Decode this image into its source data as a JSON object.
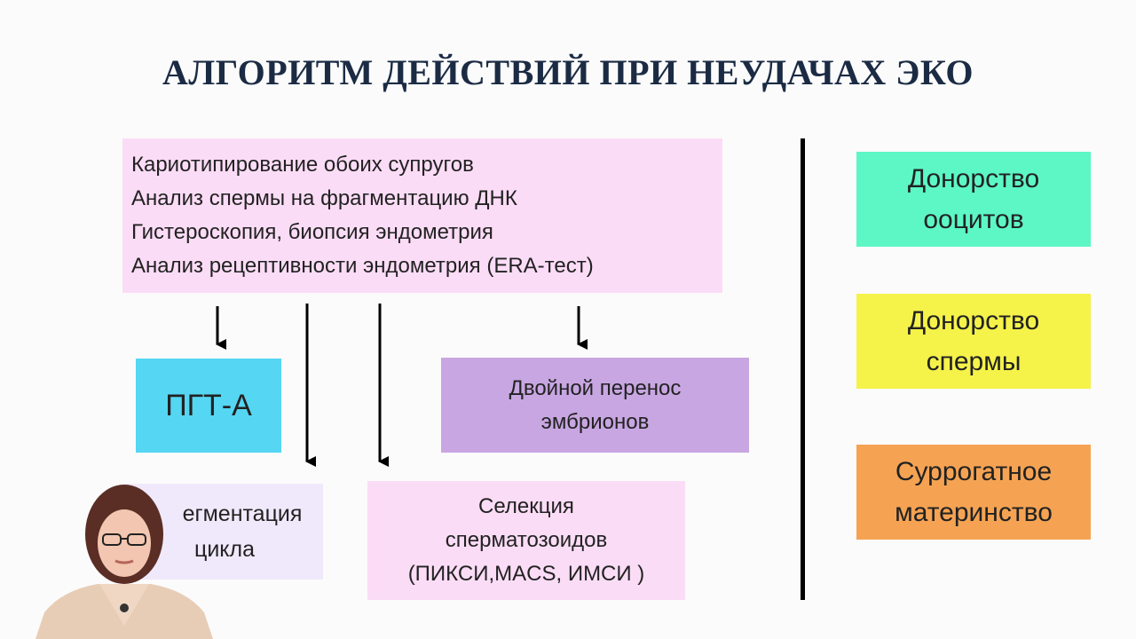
{
  "title": "АЛГОРИТМ ДЕЙСТВИЙ ПРИ НЕУДАЧАХ ЭКО",
  "examinations": [
    "Кариотипирование обоих супругов",
    "Анализ спермы на фрагментацию ДНК",
    "Гистероскопия, биопсия эндометрия",
    "Анализ рецептивности эндометрия (ERA-тест)"
  ],
  "outcomes": {
    "pgt": "ПГТ-А",
    "double_transfer": [
      "Двойной перенос",
      "эмбрионов"
    ],
    "segmentation": [
      "егментация",
      "цикла"
    ],
    "sperm_selection": [
      "Селекция",
      "сперматозоидов",
      "(ПИКСИ,MACS, ИМСИ )"
    ]
  },
  "donation": {
    "oocyte": [
      "Донорство",
      "ооцитов"
    ],
    "sperm": [
      "Донорство",
      "спермы"
    ],
    "surrogacy": [
      "Суррогатное",
      "материнство"
    ]
  },
  "colors": {
    "title": "#1b2b44",
    "exam_box": "#fbdcf6",
    "pgt_box": "#55d6f3",
    "double_box": "#c8a6e2",
    "segm_box": "#f0e9fb",
    "selec_box": "#fbdcf6",
    "oocyte_box": "#5cf7c4",
    "sperm_box": "#f5f24a",
    "surr_box": "#f5a353"
  }
}
